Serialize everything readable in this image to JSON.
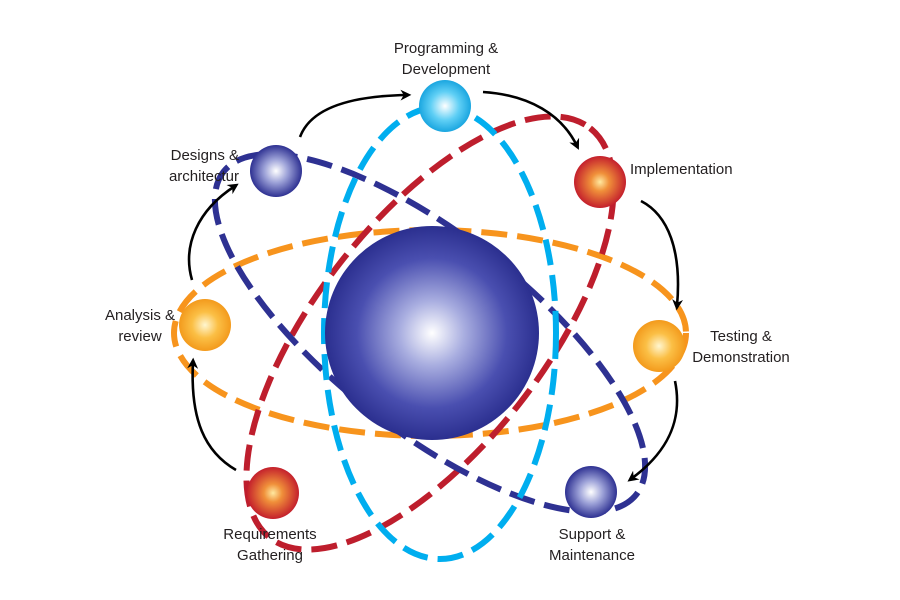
{
  "colors": {
    "orange_orbit": "#f7941d",
    "red_orbit": "#be1e2d",
    "navy_orbit": "#2e3192",
    "cyan_orbit": "#00aeef",
    "arrow": "#000000",
    "text": "#231f20"
  },
  "nodes": [
    {
      "id": "programming",
      "line1": "Programming &",
      "line2": "Development",
      "color": "cyan"
    },
    {
      "id": "implementation",
      "line1": "Implementation",
      "line2": "",
      "color": "red"
    },
    {
      "id": "testing",
      "line1": "Testing &",
      "line2": "Demonstration",
      "color": "orange"
    },
    {
      "id": "support",
      "line1": "Support &",
      "line2": "Maintenance",
      "color": "navy"
    },
    {
      "id": "requirements",
      "line1": "Requirements",
      "line2": "Gathering",
      "color": "red"
    },
    {
      "id": "analysis",
      "line1": "Analysis &",
      "line2": "review",
      "color": "orange"
    },
    {
      "id": "designs",
      "line1": "Designs &",
      "line2": "architectur",
      "color": "navy"
    }
  ]
}
